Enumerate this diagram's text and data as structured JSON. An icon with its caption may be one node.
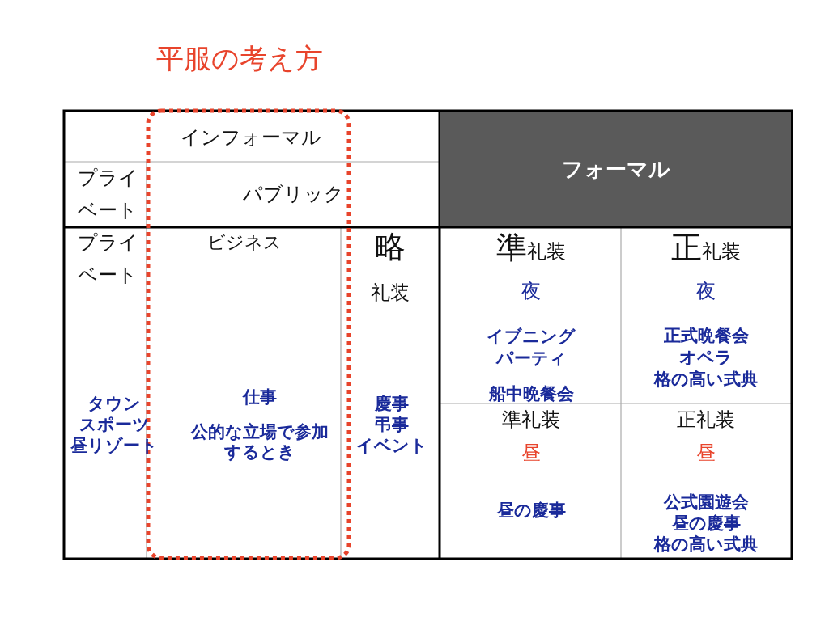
{
  "diagram": {
    "title": "平服の考え方",
    "nodes": [
      {
        "text": [
          "フォーマル"
        ]
      }
    ],
    "labels": [
      "インフォーマル",
      "プライベート",
      "パブリック",
      "プライベート",
      "ビジネス",
      "略礼装",
      "準礼装",
      "正礼装",
      "夜",
      "夜",
      "イブニングパーティ",
      "正式晩餐会",
      "オペラ",
      "格の高い式典",
      "タウン",
      "スポーツ",
      "昼リゾート",
      "仕事",
      "公的な立場で参加するとき",
      "慶事",
      "弔事",
      "イベント",
      "船中晩餐会",
      "準礼装",
      "正礼装",
      "昼",
      "昼",
      "昼の慶事",
      "公式園遊会",
      "昼の慶事",
      "格の高い式典"
    ]
  }
}
